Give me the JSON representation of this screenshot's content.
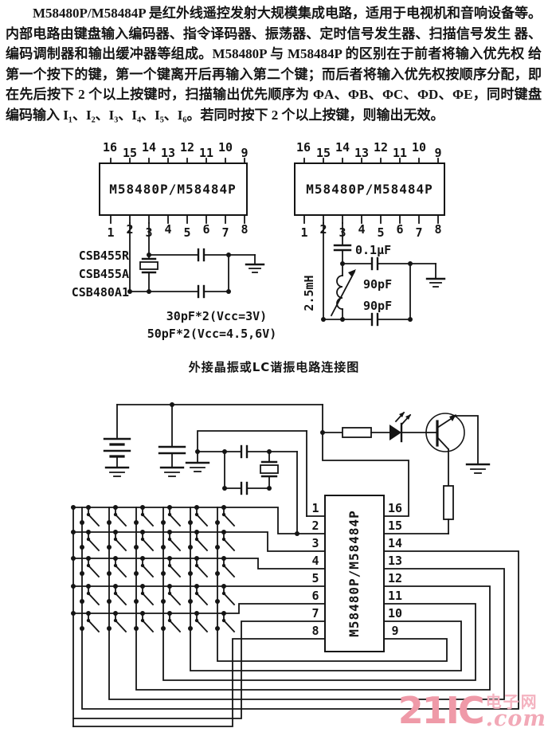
{
  "page": {
    "background": "#ffffff",
    "ink": "#141414"
  },
  "intro": {
    "text": "M58480P/M58484P 是红外线遥控发射大规模集成电路，适用于电视机和音响设备等。内部电路由键盘输入编码器、指令译码器、振荡器、定时信号发生器、扫描信号发生 器、编码调制器和输出缓冲器等组成。M58480P 与 M58484P 的区别在于前者将输入优先权 给第一个按下的键，第一个键离开后再输入第二个键；而后者将输入优先权按顺序分配，即在先后按下 2 个以上按键时，扫描输出优先顺序为 ΦA、ΦB、ΦC、ΦD、ΦE，同时键盘编码输入 I₁、I₂、I₃、I₄、I₅、I₆。若同时按下 2 个以上按键，则输出无效。"
  },
  "chip_label": "M58480P/M58484P",
  "pins": {
    "top": [
      "16",
      "15",
      "14",
      "13",
      "12",
      "11",
      "10",
      "9"
    ],
    "bottom": [
      "1",
      "2",
      "3",
      "4",
      "5",
      "6",
      "7",
      "8"
    ]
  },
  "crystal_circuit": {
    "resonator_models": [
      "CSB455R",
      "CSB455A",
      "CSB480A1"
    ],
    "cap_note_3v": "30pF*2(Vcc=3V)",
    "cap_note_45_6v": "50pF*2(Vcc=4.5,6V)"
  },
  "lc_circuit": {
    "coupling_cap": "0.1μF",
    "inductor": "2.5mH",
    "cap_top": "90pF",
    "cap_bottom": "90pF"
  },
  "caption": "外接晶振或LC谐振电路连接图",
  "watermark": {
    "brand": "21IC",
    "site": "电子网",
    "domain": ".com",
    "brand_color": "#ef9aa8",
    "site_color": "#f4b3c0"
  }
}
